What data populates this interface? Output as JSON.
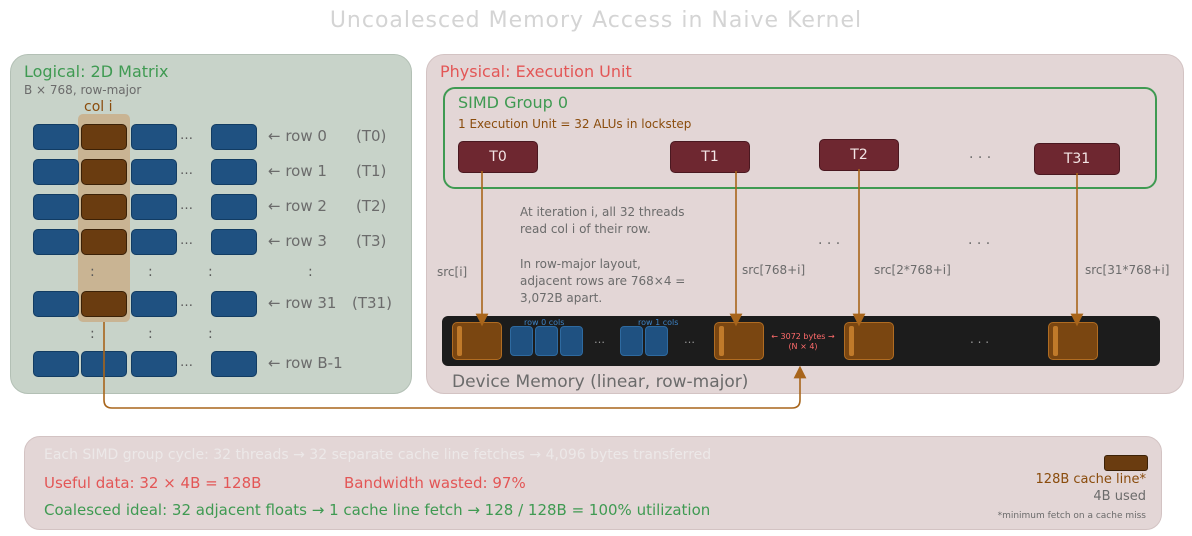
{
  "title": "Uncoalesced Memory Access in Naive Kernel",
  "left_panel": {
    "heading": "Logical: 2D Matrix",
    "subheading": "B × 768, row-major",
    "col_label": "col i",
    "ellipsis": "…",
    "vdots": ":",
    "rows": [
      {
        "label": "← row 0",
        "thread": "(T0)"
      },
      {
        "label": "← row 1",
        "thread": "(T1)"
      },
      {
        "label": "← row 2",
        "thread": "(T2)"
      },
      {
        "label": "← row 3",
        "thread": "(T3)"
      },
      {
        "label": "← row 31",
        "thread": "(T31)"
      },
      {
        "label": "← row B-1",
        "thread": ""
      }
    ]
  },
  "right_panel": {
    "heading": "Physical: Execution Unit",
    "simd_title": "SIMD Group 0",
    "simd_sub": "1 Execution Unit  = 32 ALUs in lockstep",
    "threads": [
      "T0",
      "T1",
      "T2",
      "T31"
    ],
    "dots": ". . .",
    "note1_a": "At iteration i, all 32 threads",
    "note1_b": "read col i of their row.",
    "note2_a": "In row-major layout,",
    "note2_b": "adjacent rows are 768×4 =",
    "note2_c": "3,072B apart.",
    "src_labels": [
      "src[i]",
      "src[768+i]",
      "src[2*768+i]",
      "src[31*768+i]"
    ],
    "row0_cols": "row 0 cols",
    "row1_cols": "row 1 cols",
    "gap_text": "← 3072 bytes →",
    "gap_sub": "(N × 4)",
    "device_memory": "Device Memory (linear, row-major)"
  },
  "bottom_panel": {
    "cycle": "Each SIMD group cycle: 32 threads → 32 separate cache line fetches → 4,096 bytes transferred",
    "useful": "Useful data:  32 × 4B = 128B",
    "wasted": "Bandwidth wasted: 97%",
    "coalesced": "Coalesced ideal:  32 adjacent floats → 1 cache line fetch → 128 / 128B = 100% utilization",
    "legend_line": "128B cache line*",
    "legend_used": "4B used",
    "legend_note": "*minimum fetch on a cache miss"
  },
  "colors": {
    "green": "#3f9a52",
    "red": "#e35656",
    "brown": "#8a4c0c",
    "cell_blue": "#1f5181",
    "cell_hl": "#6a3c10",
    "thread": "#6e2730",
    "arrow": "#a8651b"
  }
}
